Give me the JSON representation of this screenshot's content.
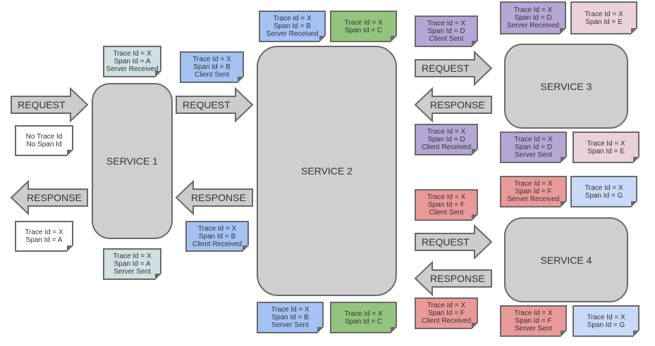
{
  "colors": {
    "service_fill": "#cfcfcf",
    "arrow_fill": "#cccccc",
    "border": "#6a6a6a",
    "note_white": "#ffffff",
    "note_teal": "#d0e0e3",
    "note_blue": "#a4c2f4",
    "note_green": "#93c47d",
    "note_purple": "#b4a7d6",
    "note_pink": "#ead1dc",
    "note_red": "#ea9999",
    "note_lightblue": "#c9daf8"
  },
  "services": {
    "s1": "SERVICE 1",
    "s2": "SERVICE 2",
    "s3": "SERVICE 3",
    "s4": "SERVICE 4"
  },
  "arrows": {
    "request": "REQUEST",
    "response": "RESPONSE"
  },
  "notes": {
    "client_in": [
      "No Trace Id",
      "No Span Id"
    ],
    "client_out": [
      "Trace Id = X",
      "Span Id = A"
    ],
    "s1_sr": [
      "Trace Id = X",
      "Span Id = A",
      "Server Received"
    ],
    "s1_ss": [
      "Trace Id = X",
      "Span Id = A",
      "Server Sent"
    ],
    "s1_cs": [
      "Trace Id = X",
      "Span Id = B",
      "Client Sent"
    ],
    "s1_cr": [
      "Trace Id = X",
      "Span Id = B",
      "Client Received"
    ],
    "s2_sr": [
      "Trace Id = X",
      "Span Id = B",
      "Server Received"
    ],
    "s2_c_top": [
      "Trace Id = X",
      "Span Id = C"
    ],
    "s2_ss": [
      "Trace Id = X",
      "Span Id = B",
      "Server Sent"
    ],
    "s2_c_bottom": [
      "Trace Id = X",
      "Span Id = C"
    ],
    "s2_cs_d": [
      "Trace Id = X",
      "Span Id = D",
      "Client Sent"
    ],
    "s2_cr_d": [
      "Trace Id = X",
      "Span Id = D",
      "Client Received"
    ],
    "s3_sr": [
      "Trace Id = X",
      "Span Id = D",
      "Server Received"
    ],
    "s3_e_top": [
      "Trace Id = X",
      "Span Id = E"
    ],
    "s3_ss": [
      "Trace Id = X",
      "Span Id = D",
      "Server Sent"
    ],
    "s3_e_bottom": [
      "Trace Id = X",
      "Span Id = E"
    ],
    "s2_cs_f": [
      "Trace Id = X",
      "Span Id = F",
      "Client Sent"
    ],
    "s2_cr_f": [
      "Trace Id = X",
      "Span Id = F",
      "Client Received"
    ],
    "s4_sr": [
      "Trace Id = X",
      "Span Id = F",
      "Server Received"
    ],
    "s4_g_top": [
      "Trace Id = X",
      "Span Id = G"
    ],
    "s4_ss": [
      "Trace Id = X",
      "Span Id = F",
      "Server Sent"
    ],
    "s4_g_bottom": [
      "Trace Id = X",
      "Span Id = G"
    ]
  }
}
